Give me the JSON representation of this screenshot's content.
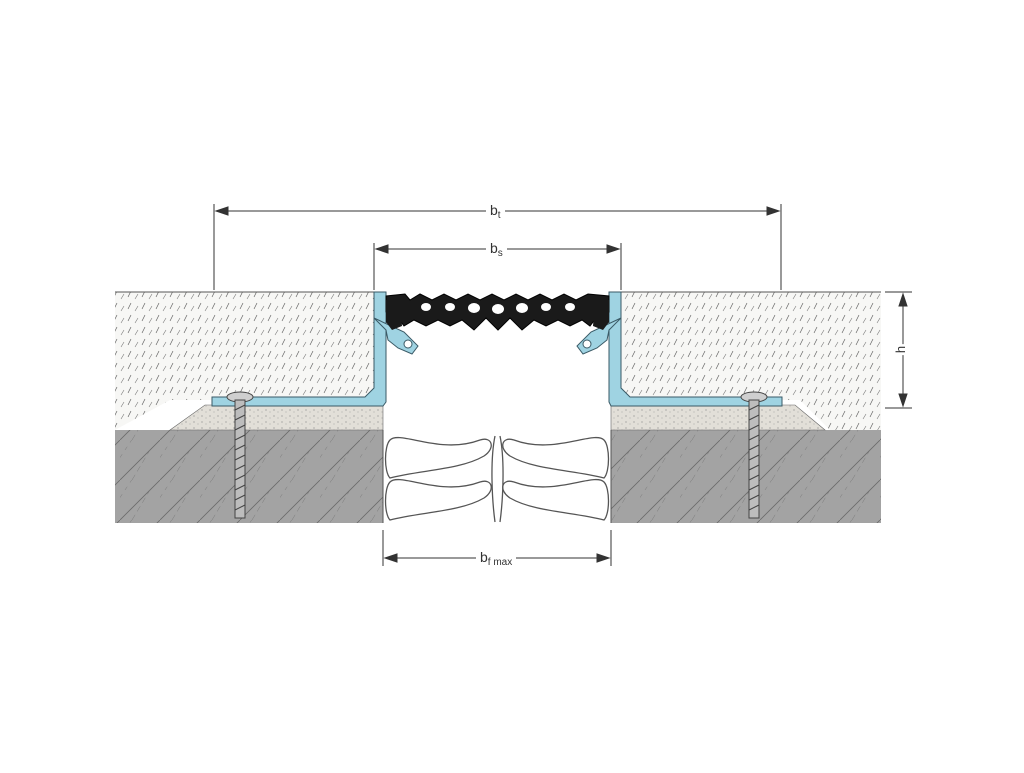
{
  "dimensions": {
    "bt": {
      "main": "b",
      "sub": "t"
    },
    "bs": {
      "main": "b",
      "sub": "s"
    },
    "bfmax": {
      "main": "b",
      "sub": "f max"
    },
    "h": "h"
  },
  "colors": {
    "profile": "#9fd3e2",
    "profile_stroke": "#3a5a66",
    "rubber": "#1a1a1a",
    "substrate": "#9a9a9a",
    "screed": "#f4f4f2",
    "bedding": "#d9d6cf",
    "line": "#333333"
  },
  "icons": [
    "screw-icon-left",
    "screw-icon-right"
  ]
}
